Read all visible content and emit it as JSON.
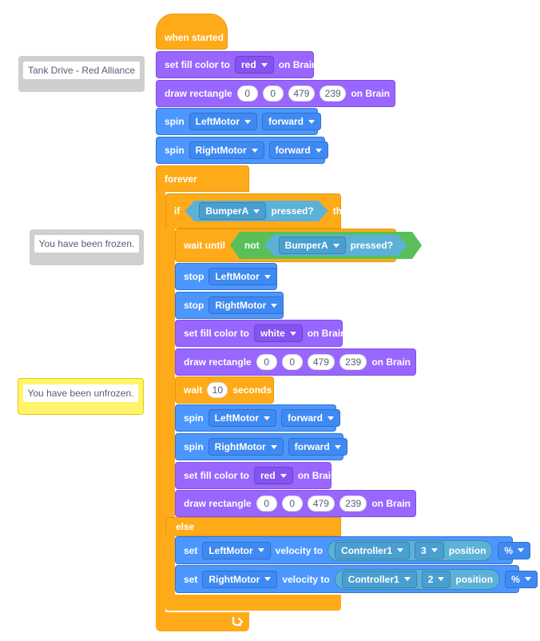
{
  "comments": {
    "title": "Tank Drive - Red Alliance",
    "frozen": "You have been frozen.",
    "unfrozen": "You have been unfrozen."
  },
  "blocks": {
    "when_started": "when started",
    "b1": {
      "label": "set fill color to",
      "color": "red",
      "suffix": "on Brain"
    },
    "b2": {
      "label": "draw rectangle",
      "x": "0",
      "y": "0",
      "w": "479",
      "h": "239",
      "suffix": "on Brain"
    },
    "b3": {
      "label": "spin",
      "motor": "LeftMotor",
      "dir": "forward"
    },
    "b4": {
      "label": "spin",
      "motor": "RightMotor",
      "dir": "forward"
    },
    "forever": "forever",
    "if_block": {
      "label": "if",
      "sensor": "BumperA",
      "cond": "pressed?",
      "then": "then"
    },
    "wait_until": {
      "label": "wait until",
      "not": "not",
      "sensor": "BumperA",
      "cond": "pressed?"
    },
    "stop1": {
      "label": "stop",
      "motor": "LeftMotor"
    },
    "stop2": {
      "label": "stop",
      "motor": "RightMotor"
    },
    "fill2": {
      "label": "set fill color to",
      "color": "white",
      "suffix": "on Brain"
    },
    "rect2": {
      "label": "draw rectangle",
      "x": "0",
      "y": "0",
      "w": "479",
      "h": "239",
      "suffix": "on Brain"
    },
    "wait_sec": {
      "label": "wait",
      "value": "10",
      "suffix": "seconds"
    },
    "spin3": {
      "label": "spin",
      "motor": "LeftMotor",
      "dir": "forward"
    },
    "spin4": {
      "label": "spin",
      "motor": "RightMotor",
      "dir": "forward"
    },
    "fill3": {
      "label": "set fill color to",
      "color": "red",
      "suffix": "on Brain"
    },
    "rect3": {
      "label": "draw rectangle",
      "x": "0",
      "y": "0",
      "w": "479",
      "h": "239",
      "suffix": "on Brain"
    },
    "else": "else",
    "vel1": {
      "label": "set",
      "motor": "LeftMotor",
      "mid": "velocity to",
      "ctrl": "Controller1",
      "axis": "3",
      "pos": "position",
      "unit": "%"
    },
    "vel2": {
      "label": "set",
      "motor": "RightMotor",
      "mid": "velocity to",
      "ctrl": "Controller1",
      "axis": "2",
      "pos": "position",
      "unit": "%"
    }
  },
  "colors": {
    "events": "#ffab19",
    "looks": "#9966ff",
    "motion": "#4c97ff",
    "sensing": "#5cb1d6",
    "operators": "#59c059",
    "comment_selected": "#fff46a"
  },
  "icons": {
    "loop_arrow": "loop-arrow-icon"
  }
}
